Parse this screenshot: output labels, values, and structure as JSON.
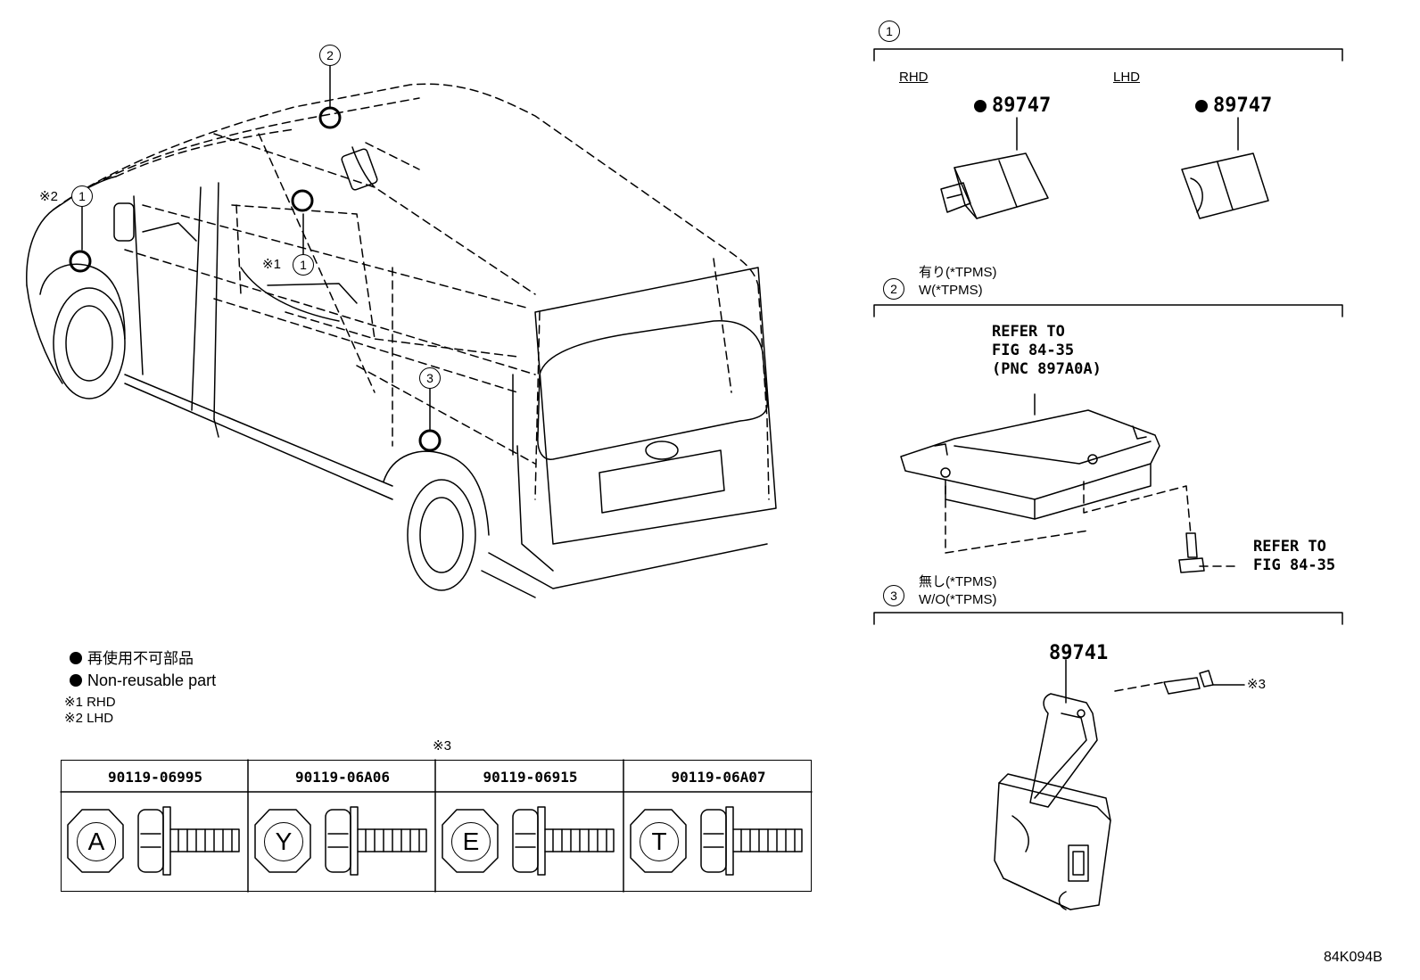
{
  "callouts": {
    "c1_left_lhd": "1",
    "c1_left_rhd": "1",
    "c2_top": "2",
    "c3_side": "3",
    "sec1": "1",
    "sec2": "2",
    "sec3": "3"
  },
  "notes_on_vehicle": {
    "mark2": "※2",
    "mark1": "※1"
  },
  "section1": {
    "rhd_label": "RHD",
    "lhd_label": "LHD",
    "rhd_part": "89747",
    "lhd_part": "89747"
  },
  "section2": {
    "title_jp": "有り(*TPMS)",
    "title_en": "W(*TPMS)",
    "refer_line1": "REFER TO",
    "refer_line2": "FIG 84-35",
    "refer_line3": "(PNC 897A0A)",
    "bolt_refer_line1": "REFER TO",
    "bolt_refer_line2": "FIG 84-35"
  },
  "section3": {
    "title_jp": "無し(*TPMS)",
    "title_en": "W/O(*TPMS)",
    "part": "89741",
    "bolt_mark": "※3"
  },
  "legend": {
    "jp": "再使用不可部品",
    "en": "Non-reusable part",
    "note1": "※1 RHD",
    "note2": "※2 LHD"
  },
  "table": {
    "mark": "※3",
    "columns": [
      {
        "part": "90119-06995",
        "letter": "A"
      },
      {
        "part": "90119-06A06",
        "letter": "Y"
      },
      {
        "part": "90119-06915",
        "letter": "E"
      },
      {
        "part": "90119-06A07",
        "letter": "T"
      }
    ]
  },
  "figure_code": "84K094B"
}
